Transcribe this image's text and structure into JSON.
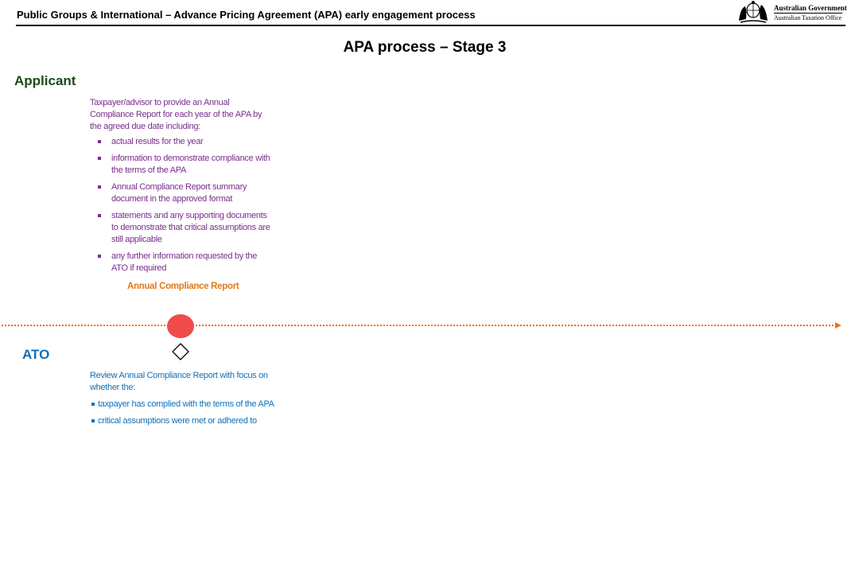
{
  "header": {
    "title": "Public Groups & International – Advance Pricing Agreement (APA) early engagement process",
    "logo_line1": "Australian Government",
    "logo_line2": "Australian Taxation Office"
  },
  "page_title": "APA process – Stage 3",
  "applicant": {
    "label": "Applicant",
    "intro": "Taxpayer/advisor to provide an Annual Compliance Report for each year of the APA by the agreed due date including:",
    "items": [
      "actual results for the year",
      "information to demonstrate compliance with the terms of the APA",
      "Annual Compliance Report summary document in the approved format",
      "statements and any supporting documents to demonstrate that critical assumptions are still applicable",
      "any further information requested by the ATO if required"
    ],
    "output": "Annual Compliance Report"
  },
  "ato": {
    "label": "ATO",
    "intro": "Review Annual Compliance Report with focus on whether the:",
    "items": [
      "taxpayer has complied with the terms of the APA",
      "critical assumptions were met or adhered to"
    ]
  },
  "colors": {
    "applicant_text": "#7a2e8c",
    "ato_text": "#1070b8",
    "timeline": "#e8731a",
    "milestone": "#ef4b4b",
    "applicant_heading": "#1b4a1b"
  },
  "icons": {
    "crest": "coat-of-arms-icon",
    "milestone": "red-circle-milestone-icon",
    "decision": "diamond-decision-icon",
    "arrow": "arrowhead-icon"
  }
}
